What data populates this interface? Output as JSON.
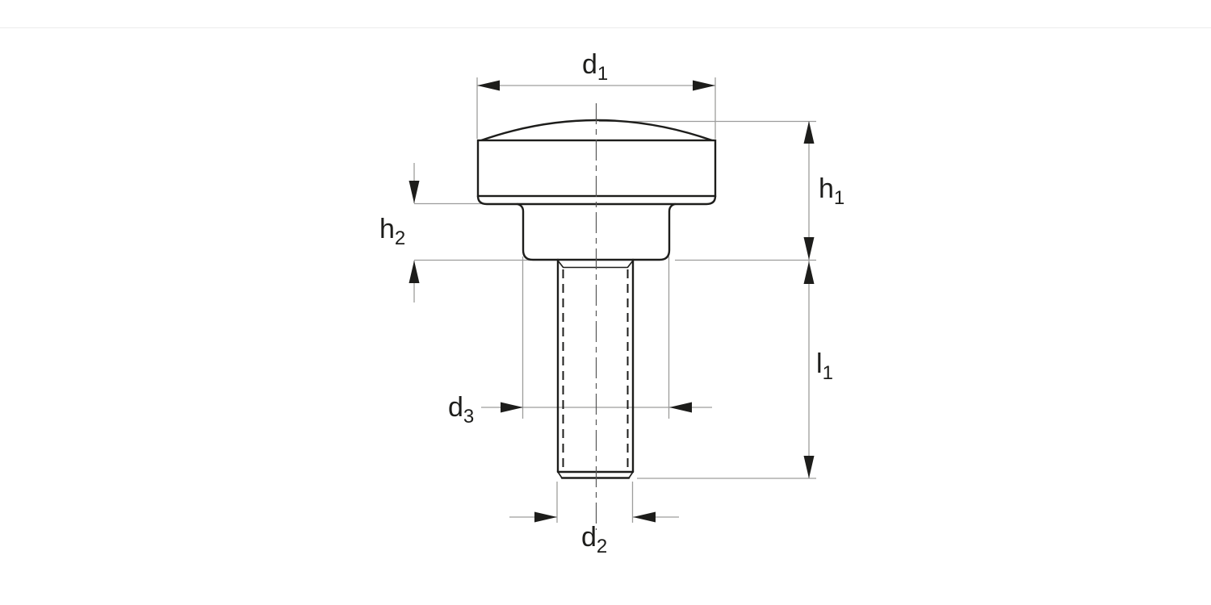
{
  "page": {
    "background": "#ffffff",
    "divider_color": "#ececec"
  },
  "drawing": {
    "subject": "knurled thumb screw with threaded stud, front view dimension drawing",
    "colors": {
      "outline": "#1d1d1b",
      "dimension_line": "#9d9d9c",
      "arrowhead": "#1d1d1b",
      "centerline": "#555555"
    },
    "labels": {
      "d1": {
        "main": "d",
        "sub": "1"
      },
      "h1": {
        "main": "h",
        "sub": "1"
      },
      "h2": {
        "main": "h",
        "sub": "2"
      },
      "d3": {
        "main": "d",
        "sub": "3"
      },
      "d2": {
        "main": "d",
        "sub": "2"
      },
      "l1": {
        "main": "l",
        "sub": "1"
      }
    }
  }
}
